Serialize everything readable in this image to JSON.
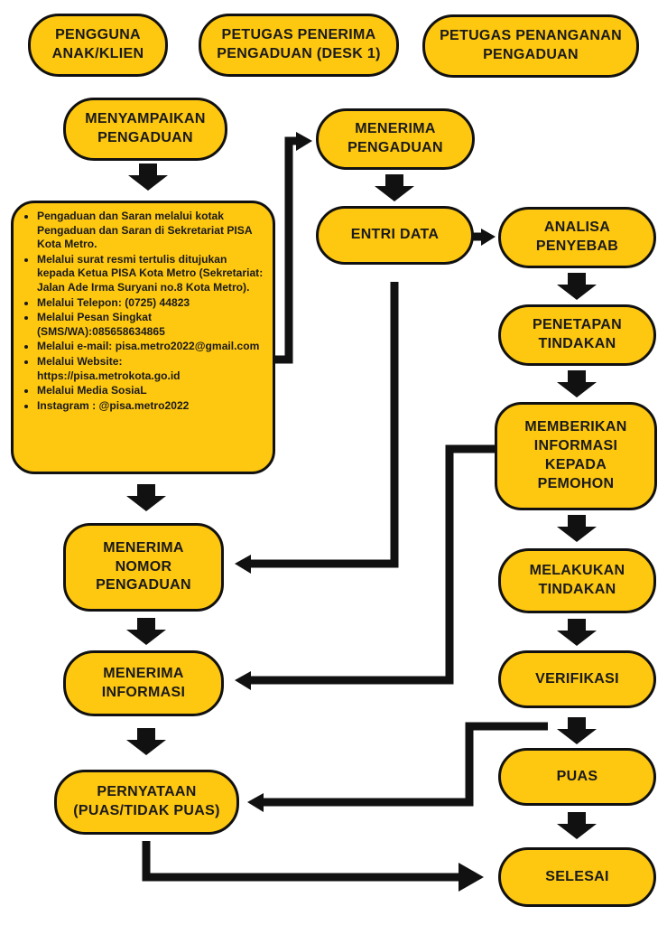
{
  "lanes": {
    "user": "PENGGUNA\nANAK/KLIEN",
    "desk": "PETUGAS PENERIMA\nPENGADUAN (DESK 1)",
    "handler": "PETUGAS PENANGANAN\nPENGADUAN"
  },
  "nodes": {
    "menyampaikan": "MENYAMPAIKAN\nPENGADUAN",
    "menerima_pengaduan": "MENERIMA\nPENGADUAN",
    "entri_data": "ENTRI DATA",
    "analisa": "ANALISA\nPENYEBAB",
    "penetapan": "PENETAPAN\nTINDAKAN",
    "memberikan": "MEMBERIKAN\nINFORMASI\nKEPADA\nPEMOHON",
    "nomor": "MENERIMA\nNOMOR\nPENGADUAN",
    "melakukan": "MELAKUKAN\nTINDAKAN",
    "informasi": "MENERIMA\nINFORMASI",
    "verifikasi": "VERIFIKASI",
    "pernyataan": "PERNYATAAN\n(PUAS/TIDAK PUAS)",
    "puas": "PUAS",
    "selesai": "SELESAI"
  },
  "channels": [
    "Pengaduan dan Saran melalui kotak Pengaduan dan Saran  di  Sekretariat PISA Kota Metro.",
    "Melalui  surat  resmi tertulis ditujukan kepada Ketua PISA Kota Metro (Sekretariat: Jalan Ade Irma Suryani no.8 Kota Metro).",
    "Melalui Telepon: (0725) 44823",
    "Melalui Pesan Singkat (SMS/WA):085658634865",
    "Melalui e-mail: pisa.metro2022@gmail.com",
    "Melalui Website: https://pisa.metrokota.go.id",
    "Melalui Media SosiaL",
    "Instagram : @pisa.metro2022"
  ],
  "colors": {
    "fill": "#fec710",
    "stroke": "#111111"
  }
}
